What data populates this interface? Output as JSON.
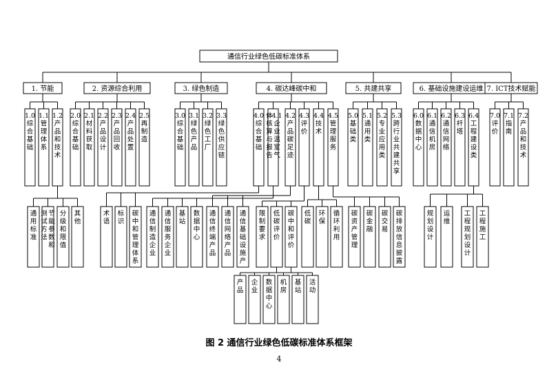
{
  "diagram": {
    "root": "通信行业绿色低碳标准体系",
    "categories": [
      {
        "label": "1. 节能",
        "children": [
          "1.0 综合基础",
          "1.1 管理体系",
          "1.2 产品和技术"
        ]
      },
      {
        "label": "2. 资源综合利用",
        "children": [
          "2.0 综合基础",
          "2.1 材料获取",
          "2.2 产品设计",
          "2.3 产品回收",
          "2.4 产品处置",
          "2.5 再制造"
        ]
      },
      {
        "label": "3. 绿色制造",
        "children": [
          "3.0 综合基础",
          "3.1 绿色产品",
          "3.2 绿色工厂",
          "3.3 绿色供应链"
        ]
      },
      {
        "label": "4. 碳达峰碳中和",
        "children": [
          "4.0 综合基础",
          "4.1 企业温室气体核算与报告",
          "4.2 产品碳足迹",
          "4.3 评价",
          "4.4 技术",
          "4.5 管理服务"
        ]
      },
      {
        "label": "5. 共建共享",
        "children": [
          "5.0 基础类",
          "5.1 通用类",
          "5.2 专业应用类",
          "5.3 跨行业共建共享"
        ]
      },
      {
        "label": "6. 基础设施建设运维",
        "children": [
          "6.0 数据中心",
          "6.1 通信机房",
          "6.2 通信网络",
          "6.3 杆塔",
          "6.4 工程建设类"
        ]
      },
      {
        "label": "7. ICT技术赋能",
        "children": [
          "7.0 评价",
          "7.1 指南",
          "7.2 产品和技术"
        ]
      }
    ],
    "sub_12": [
      "通用标准",
      "节能参数和测试方法",
      "分级和限值",
      "其他"
    ],
    "sub_40": [
      "术语",
      "标识",
      "碳中和管理体系"
    ],
    "sub_41": [
      "通信制造企业",
      "通信服务企业",
      "基站",
      "数据中心"
    ],
    "sub_42": [
      "通信终端产品",
      "通信网络产品",
      "通信基础设施产"
    ],
    "sub_43": [
      "限制要求",
      "低碳评价",
      "碳中和评价"
    ],
    "sub_44": [
      "低碳",
      "环保",
      "循环利用"
    ],
    "sub_45": [
      "碳资产管理",
      "碳金融",
      "碳交易",
      "碳排放信息披露"
    ],
    "sub_eval": [
      "产品",
      "企业",
      "数据中心",
      "机房",
      "基站",
      "活动"
    ],
    "sub_64a": [
      "规划设计",
      "运维"
    ],
    "sub_64b": [
      "工程规划设计",
      "工程施工"
    ]
  },
  "caption": "图 2  通信行业绿色低碳标准体系框架",
  "page_number": "4"
}
